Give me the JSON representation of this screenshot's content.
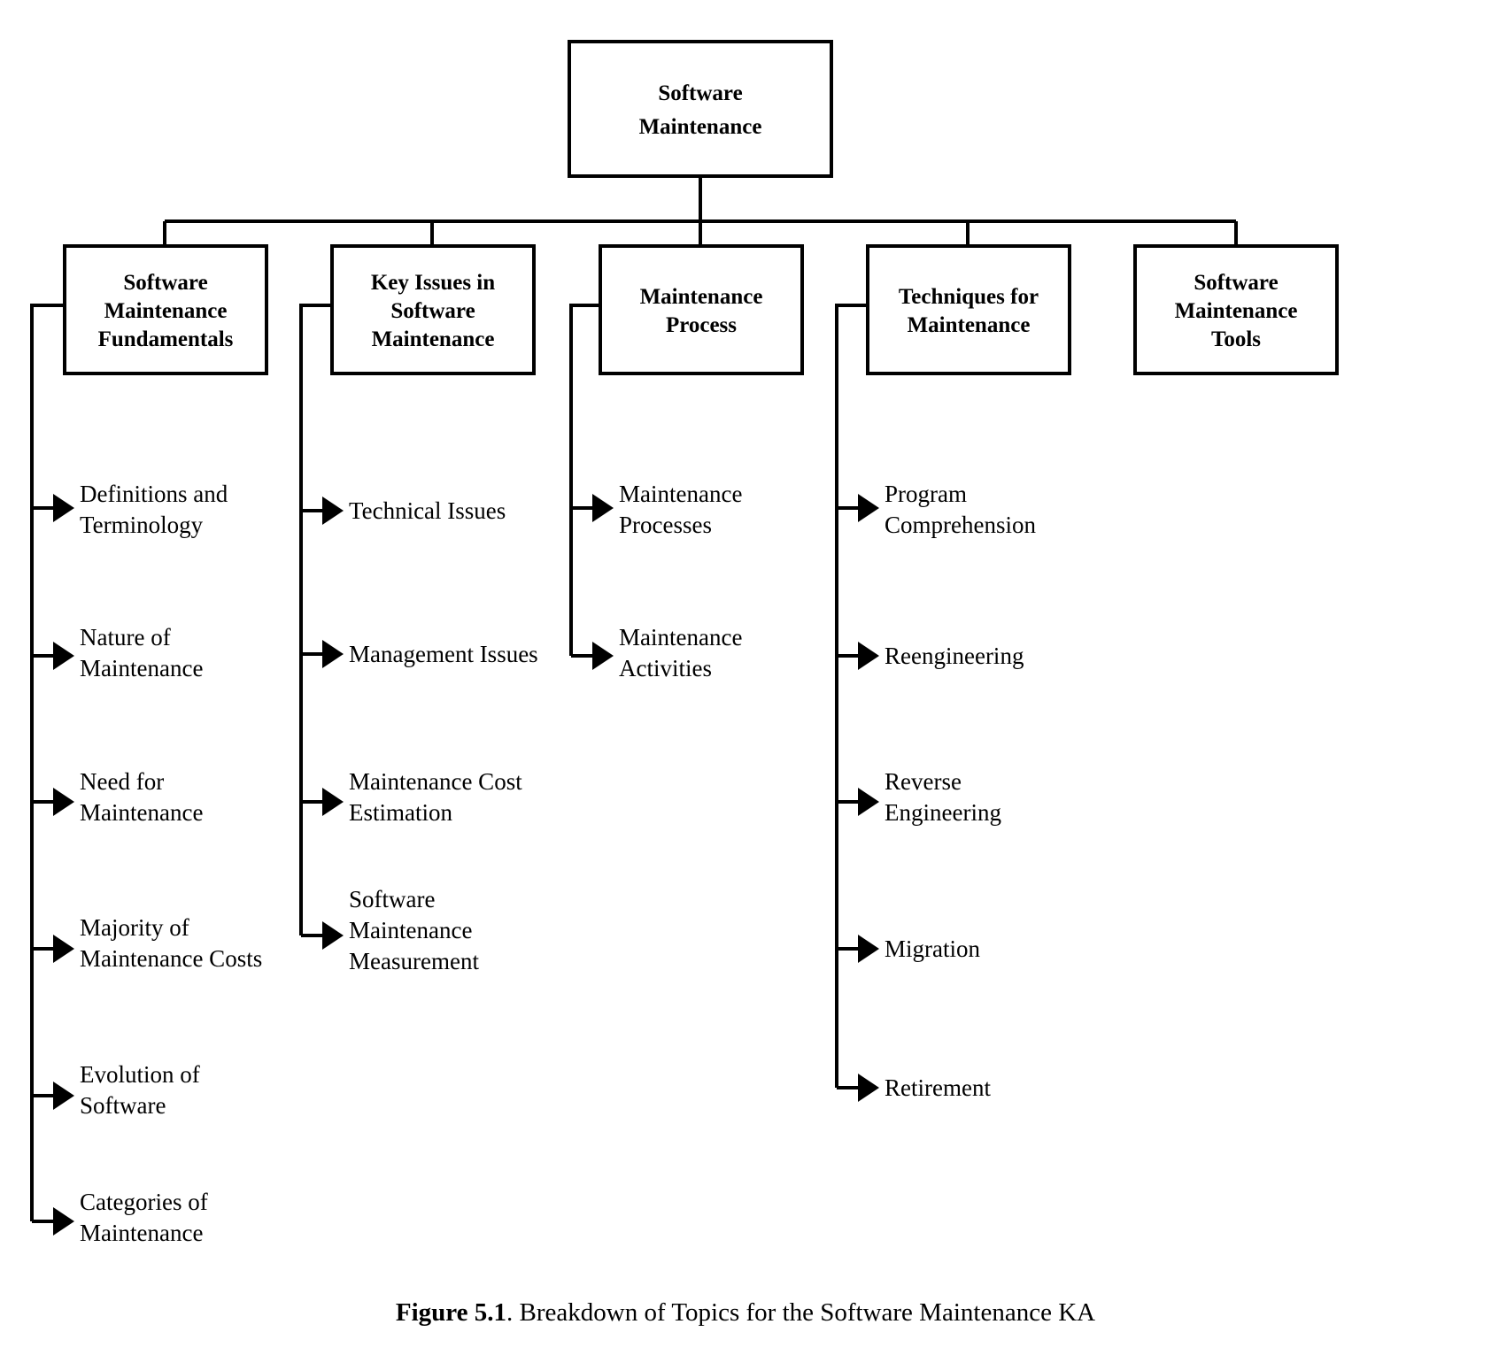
{
  "figure": {
    "root": {
      "label": "Software Maintenance",
      "lines": [
        "Software",
        "Maintenance"
      ]
    },
    "branches": [
      {
        "id": "software-maintenance-fundamentals",
        "label": "Software Maintenance Fundamentals",
        "lines": [
          "Software",
          "Maintenance",
          "Fundamentals"
        ],
        "leaves": [
          {
            "label": "Definitions and Terminology",
            "lines": [
              "Definitions and",
              "Terminology"
            ]
          },
          {
            "label": "Nature of Maintenance",
            "lines": [
              "Nature of",
              "Maintenance"
            ]
          },
          {
            "label": "Need for Maintenance",
            "lines": [
              "Need for",
              "Maintenance"
            ]
          },
          {
            "label": "Majority of Maintenance Costs",
            "lines": [
              "Majority of",
              "Maintenance Costs"
            ]
          },
          {
            "label": "Evolution of Software",
            "lines": [
              "Evolution of",
              "Software"
            ]
          },
          {
            "label": "Categories of Maintenance",
            "lines": [
              "Categories of",
              "Maintenance"
            ]
          }
        ]
      },
      {
        "id": "key-issues-in-software-maintenance",
        "label": "Key Issues in Software Maintenance",
        "lines": [
          "Key Issues in",
          "Software",
          "Maintenance"
        ],
        "leaves": [
          {
            "label": "Technical Issues",
            "lines": [
              "Technical Issues"
            ]
          },
          {
            "label": "Management Issues",
            "lines": [
              "Management Issues"
            ]
          },
          {
            "label": "Maintenance Cost Estimation",
            "lines": [
              "Maintenance Cost",
              "Estimation"
            ]
          },
          {
            "label": "Software Maintenance Measurement",
            "lines": [
              "Software",
              "Maintenance",
              "Measurement"
            ]
          }
        ]
      },
      {
        "id": "maintenance-process",
        "label": "Maintenance Process",
        "lines": [
          "Maintenance",
          "Process"
        ],
        "leaves": [
          {
            "label": "Maintenance Processes",
            "lines": [
              "Maintenance",
              "Processes"
            ]
          },
          {
            "label": "Maintenance Activities",
            "lines": [
              "Maintenance",
              "Activities"
            ]
          }
        ]
      },
      {
        "id": "techniques-for-maintenance",
        "label": "Techniques for Maintenance",
        "lines": [
          "Techniques for",
          "Maintenance"
        ],
        "leaves": [
          {
            "label": "Program Comprehension",
            "lines": [
              "Program",
              "Comprehension"
            ]
          },
          {
            "label": "Reengineering",
            "lines": [
              "Reengineering"
            ]
          },
          {
            "label": "Reverse Engineering",
            "lines": [
              "Reverse",
              "Engineering"
            ]
          },
          {
            "label": "Migration",
            "lines": [
              "Migration"
            ]
          },
          {
            "label": "Retirement",
            "lines": [
              "Retirement"
            ]
          }
        ]
      },
      {
        "id": "software-maintenance-tools",
        "label": "Software Maintenance Tools",
        "lines": [
          "Software",
          "Maintenance",
          "Tools"
        ],
        "leaves": []
      }
    ],
    "caption": {
      "bold": "Figure 5.1",
      "rest": ". Breakdown of Topics for the Software Maintenance KA",
      "full": "Figure 5.1. Breakdown of Topics for the Software Maintenance KA"
    },
    "colors": {
      "ink": "#000000",
      "paper": "#ffffff"
    }
  }
}
